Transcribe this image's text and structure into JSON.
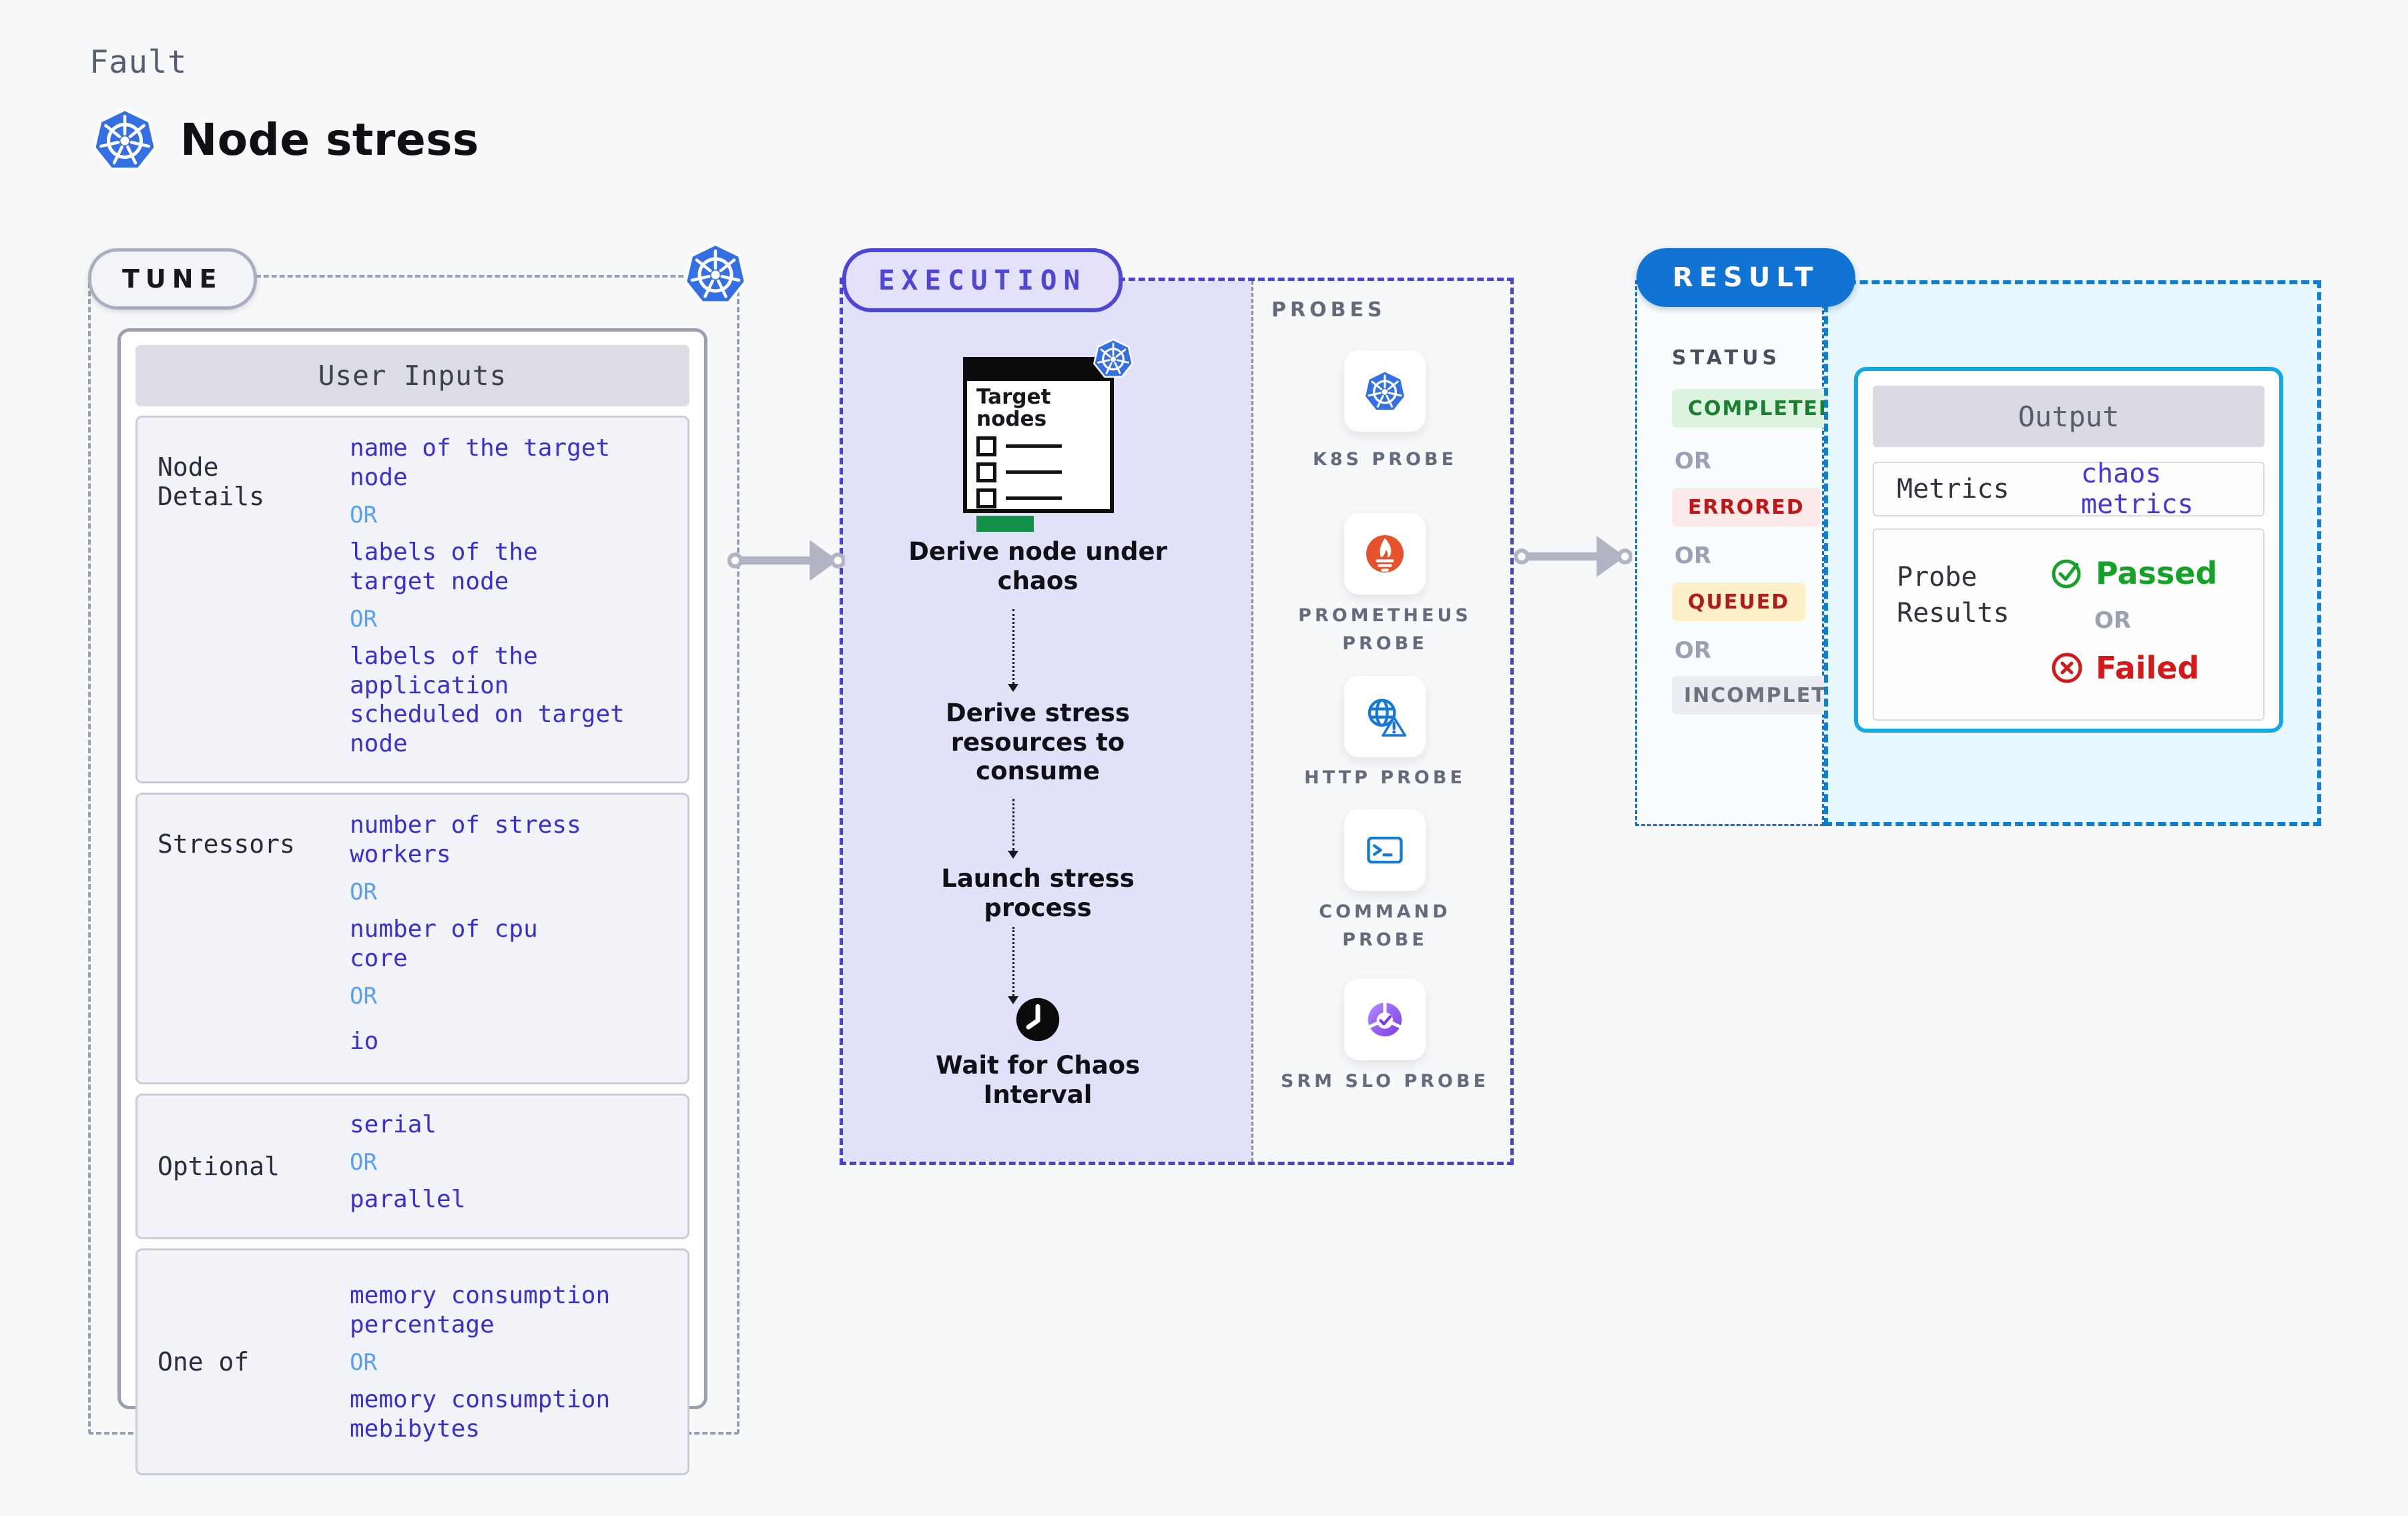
{
  "header": {
    "eyebrow": "Fault",
    "title": "Node stress"
  },
  "tune": {
    "pill": "TUNE",
    "panel_title": "User Inputs",
    "rows": [
      {
        "label": "Node Details",
        "items": [
          "name of the target\nnode",
          "OR",
          "labels of the\ntarget node",
          "OR",
          "labels of the application\n scheduled on target node"
        ]
      },
      {
        "label": "Stressors",
        "items": [
          "number of stress\nworkers",
          "OR",
          "number of cpu\ncore",
          "OR",
          "io"
        ]
      },
      {
        "label": "Optional",
        "items": [
          "serial",
          "OR",
          "parallel"
        ]
      },
      {
        "label": "One of",
        "items": [
          "memory consumption\npercentage",
          "OR",
          "memory consumption\nmebibytes"
        ]
      }
    ]
  },
  "execution": {
    "pill": "EXECUTION",
    "target_card_title": "Target\nnodes",
    "steps": [
      "Derive node under\nchaos",
      "Derive stress\nresources to\nconsume",
      "Launch stress\nprocess",
      "Wait for Chaos\nInterval"
    ]
  },
  "probes": {
    "heading": "PROBES",
    "items": [
      {
        "icon": "kubernetes-icon",
        "label": "K8S PROBE"
      },
      {
        "icon": "prometheus-icon",
        "label": "PROMETHEUS PROBE"
      },
      {
        "icon": "globe-alert-icon",
        "label": "HTTP PROBE"
      },
      {
        "icon": "terminal-icon",
        "label": "COMMAND PROBE"
      },
      {
        "icon": "slo-pie-icon",
        "label": "SRM SLO PROBE"
      }
    ]
  },
  "result": {
    "pill": "RESULT",
    "status_heading": "STATUS",
    "statuses": [
      "COMPLETED",
      "OR",
      "ERRORED",
      "OR",
      "QUEUED",
      "OR",
      "INCOMPLETED"
    ],
    "output": {
      "title": "Output",
      "metrics_label": "Metrics",
      "metrics_value": "chaos metrics",
      "probe_results_label": "Probe\nResults",
      "passed": "Passed",
      "or": "OR",
      "failed": "Failed"
    }
  },
  "colors": {
    "page_bg": "#f7f8fa",
    "kubernetes_blue": "#3470e4",
    "execution_indigo": "#4f46d6",
    "execution_fill": "#e2e1fa",
    "result_blue": "#1173d4",
    "output_border_cyan": "#10a8e6",
    "result_fill": "#e8f6fd",
    "value_blue": "#3b2ed3",
    "or_blue": "#57a0f2",
    "passed_green": "#16a228",
    "failed_red": "#d21a1a",
    "arrow_gray": "#b2b4c3",
    "prometheus_orange": "#e6522c",
    "slo_purple": "#7c3bed"
  }
}
